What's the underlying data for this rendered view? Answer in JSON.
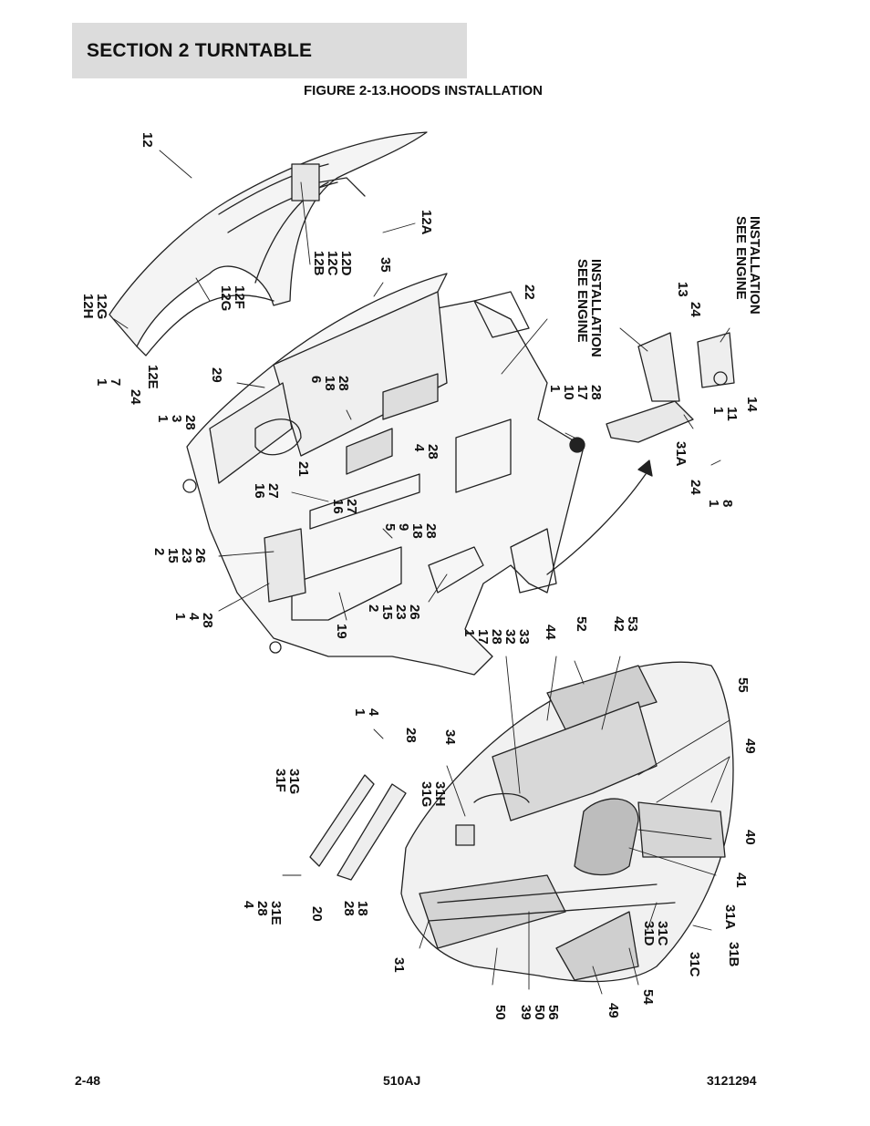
{
  "header": {
    "section": "SECTION 2   TURNTABLE"
  },
  "figure": {
    "title": "FIGURE 2-13.HOODS INSTALLATION"
  },
  "callouts": [
    {
      "id": "c-12",
      "lines": [
        "12"
      ]
    },
    {
      "id": "c-12a",
      "lines": [
        "12A"
      ]
    },
    {
      "id": "c-12b",
      "lines": [
        "12B",
        "12C",
        "12D"
      ]
    },
    {
      "id": "c-35",
      "lines": [
        "35"
      ]
    },
    {
      "id": "c-12h",
      "lines": [
        "12H",
        "12G"
      ]
    },
    {
      "id": "c-12g",
      "lines": [
        "12G",
        "12F"
      ]
    },
    {
      "id": "c-12e",
      "lines": [
        "12E"
      ]
    },
    {
      "id": "c-1-7",
      "lines": [
        "1",
        "7"
      ]
    },
    {
      "id": "c-24a",
      "lines": [
        "24"
      ]
    },
    {
      "id": "c-29",
      "lines": [
        "29"
      ]
    },
    {
      "id": "c-6",
      "lines": [
        "6",
        "18",
        "28"
      ]
    },
    {
      "id": "c-22",
      "lines": [
        "22"
      ]
    },
    {
      "id": "c-see1",
      "lines": [
        "SEE ENGINE",
        "INSTALLATION"
      ]
    },
    {
      "id": "c-see2",
      "lines": [
        "SEE ENGINE",
        "INSTALLATION"
      ]
    },
    {
      "id": "c-13",
      "lines": [
        "13"
      ]
    },
    {
      "id": "c-24b",
      "lines": [
        "24"
      ]
    },
    {
      "id": "c-1-3",
      "lines": [
        "1",
        "3",
        "28"
      ]
    },
    {
      "id": "c-21",
      "lines": [
        "21"
      ]
    },
    {
      "id": "c-4-28",
      "lines": [
        "4",
        "28"
      ]
    },
    {
      "id": "c-1-10",
      "lines": [
        "1",
        "10",
        "17",
        "28"
      ]
    },
    {
      "id": "c-1-11",
      "lines": [
        "1",
        "11"
      ]
    },
    {
      "id": "c-14",
      "lines": [
        "14"
      ]
    },
    {
      "id": "c-16a",
      "lines": [
        "16",
        "27"
      ]
    },
    {
      "id": "c-16b",
      "lines": [
        "16",
        "27"
      ]
    },
    {
      "id": "c-31a-top",
      "lines": [
        "31A"
      ]
    },
    {
      "id": "c-24c",
      "lines": [
        "24"
      ]
    },
    {
      "id": "c-1-8",
      "lines": [
        "1",
        "8"
      ]
    },
    {
      "id": "c-2-15",
      "lines": [
        "2",
        "15",
        "23",
        "26"
      ]
    },
    {
      "id": "c-5-9",
      "lines": [
        "5",
        "9",
        "18",
        "28"
      ]
    },
    {
      "id": "c-1-4-28",
      "lines": [
        "1",
        "4",
        "28"
      ]
    },
    {
      "id": "c-19",
      "lines": [
        "19"
      ]
    },
    {
      "id": "c-2-15b",
      "lines": [
        "2",
        "15",
        "23",
        "26"
      ]
    },
    {
      "id": "c-1-17",
      "lines": [
        "1",
        "17",
        "28",
        "32",
        "33"
      ]
    },
    {
      "id": "c-44",
      "lines": [
        "44"
      ]
    },
    {
      "id": "c-52",
      "lines": [
        "52"
      ]
    },
    {
      "id": "c-42",
      "lines": [
        "42",
        "53"
      ]
    },
    {
      "id": "c-55",
      "lines": [
        "55"
      ]
    },
    {
      "id": "c-1-4",
      "lines": [
        "1",
        "4"
      ]
    },
    {
      "id": "c-28a",
      "lines": [
        "28"
      ]
    },
    {
      "id": "c-34",
      "lines": [
        "34"
      ]
    },
    {
      "id": "c-31f",
      "lines": [
        "31F",
        "31G"
      ]
    },
    {
      "id": "c-31g",
      "lines": [
        "31G",
        "31H"
      ]
    },
    {
      "id": "c-49a",
      "lines": [
        "49"
      ]
    },
    {
      "id": "c-40",
      "lines": [
        "40"
      ]
    },
    {
      "id": "c-41",
      "lines": [
        "41"
      ]
    },
    {
      "id": "c-4-28b",
      "lines": [
        "4",
        "28",
        "31E"
      ]
    },
    {
      "id": "c-20",
      "lines": [
        "20"
      ]
    },
    {
      "id": "c-28-18",
      "lines": [
        "28",
        "18"
      ]
    },
    {
      "id": "c-31",
      "lines": [
        "31"
      ]
    },
    {
      "id": "c-31d",
      "lines": [
        "31D",
        "31C"
      ]
    },
    {
      "id": "c-31a",
      "lines": [
        "31A"
      ]
    },
    {
      "id": "c-31b",
      "lines": [
        "31B"
      ]
    },
    {
      "id": "c-31c",
      "lines": [
        "31C"
      ]
    },
    {
      "id": "c-50",
      "lines": [
        "50"
      ]
    },
    {
      "id": "c-39",
      "lines": [
        "39",
        "50",
        "56"
      ]
    },
    {
      "id": "c-49b",
      "lines": [
        "49"
      ]
    },
    {
      "id": "c-54",
      "lines": [
        "54"
      ]
    }
  ],
  "footer": {
    "page": "2-48",
    "model": "510AJ",
    "manual_number": "3121294"
  }
}
